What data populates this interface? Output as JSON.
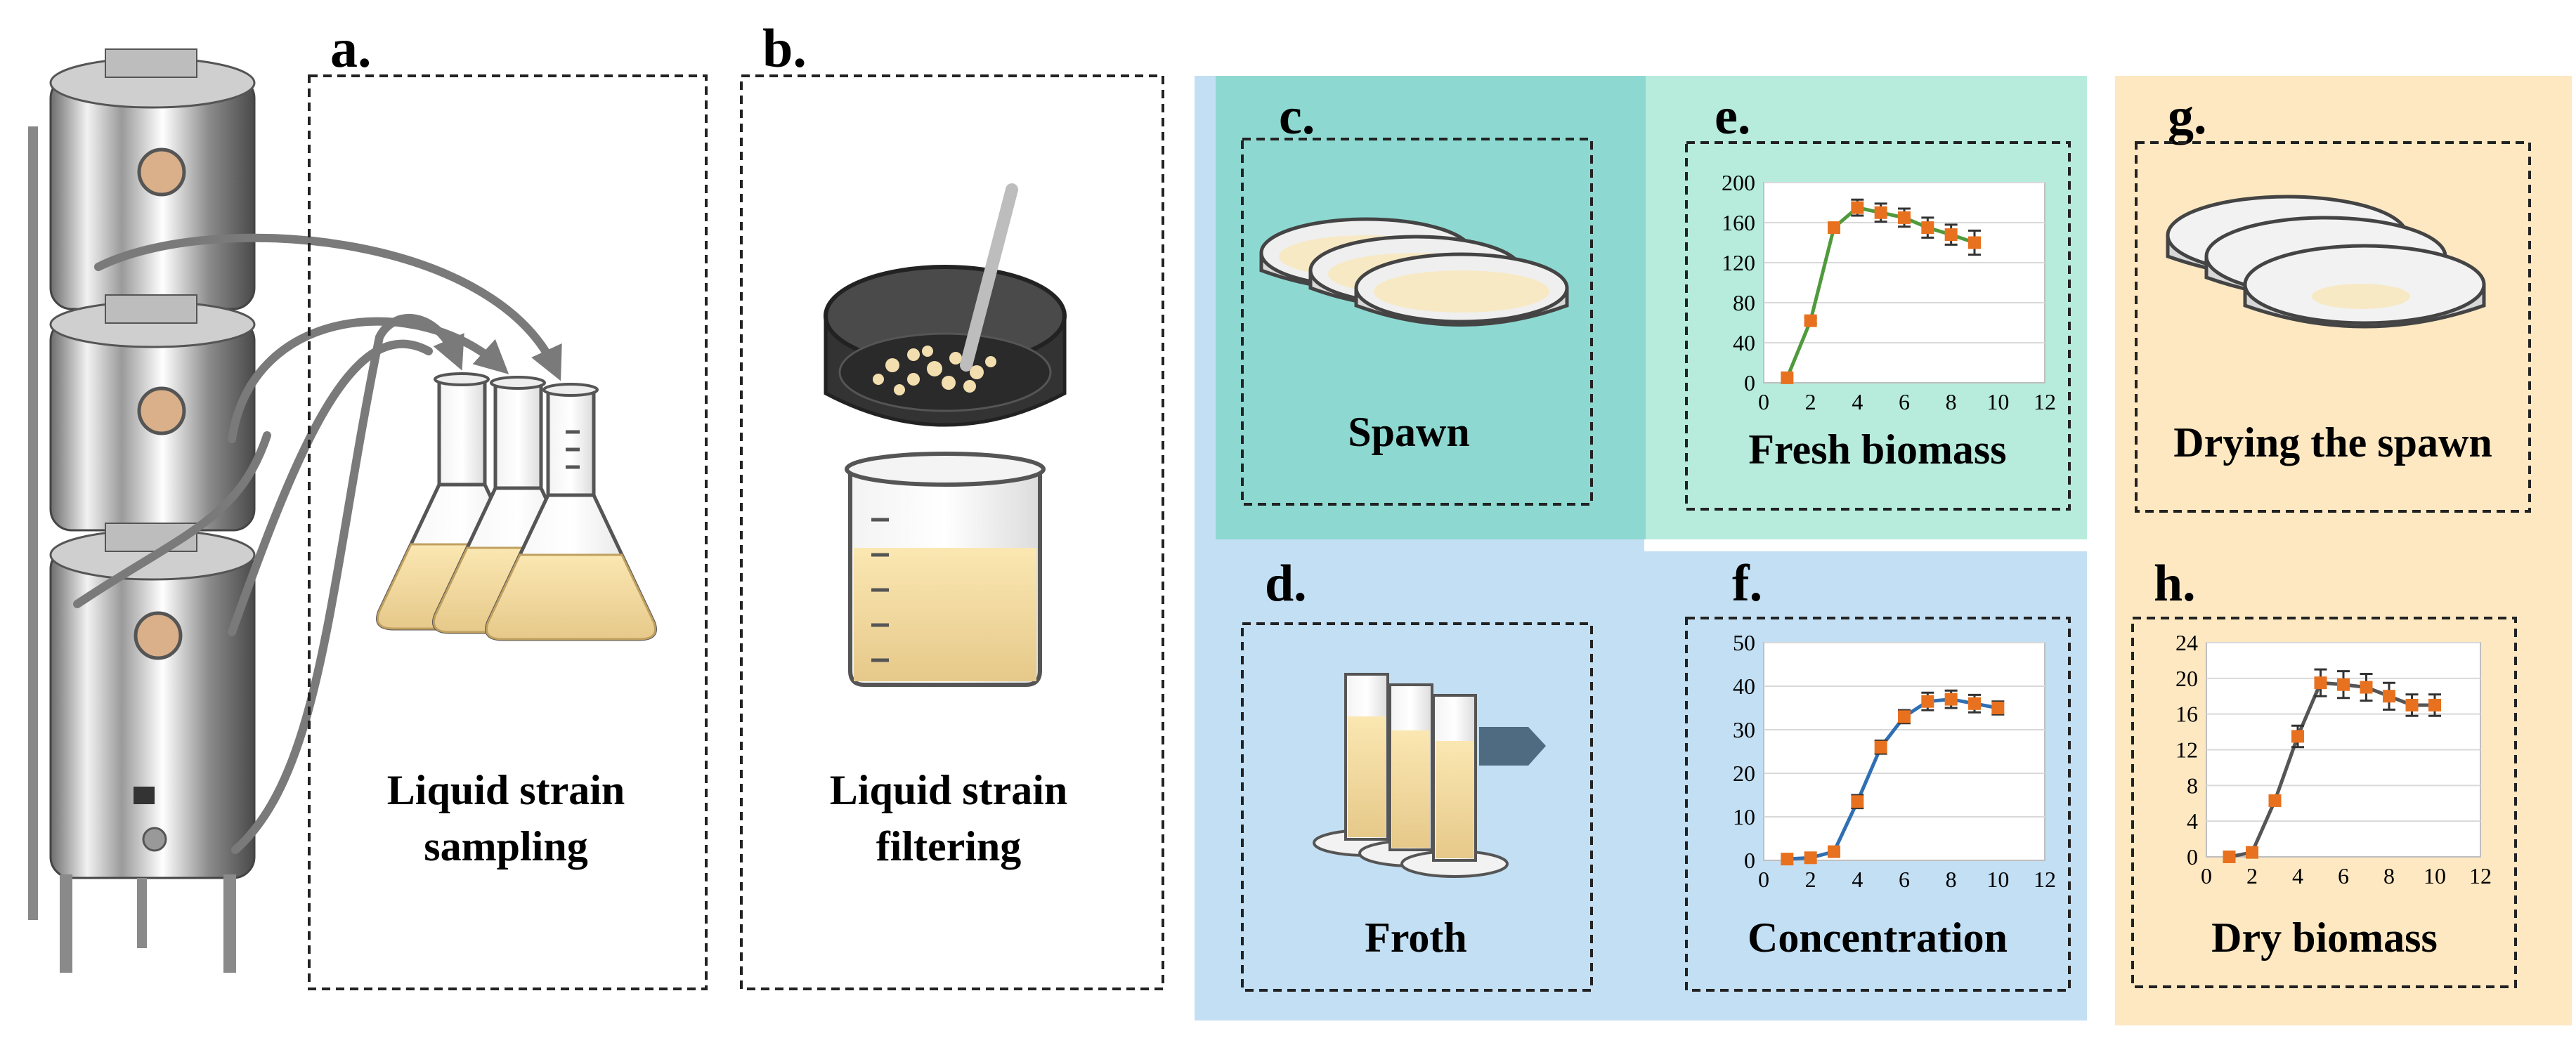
{
  "panels": {
    "a": {
      "letter": "a.",
      "caption_line1": "Liquid strain",
      "caption_line2": "sampling"
    },
    "b": {
      "letter": "b.",
      "caption_line1": "Liquid strain",
      "caption_line2": "filtering"
    },
    "c": {
      "letter": "c.",
      "caption": "Spawn"
    },
    "d": {
      "letter": "d.",
      "caption": "Froth"
    },
    "e": {
      "letter": "e.",
      "caption": "Fresh biomass"
    },
    "f": {
      "letter": "f.",
      "caption": "Concentration"
    },
    "g": {
      "letter": "g.",
      "caption": "Drying the spawn"
    },
    "h": {
      "letter": "h.",
      "caption": "Dry biomass"
    }
  },
  "colors": {
    "teal_bg": "#8dd9d2",
    "mint_bg": "#b7ecdd",
    "blue_bg": "#c3dff3",
    "cream_bg": "#fde8c2",
    "marker": "#e8711f",
    "line_green": "#4f9a3c",
    "line_blue": "#2f6fb3",
    "line_grey": "#555555"
  },
  "chart_data": [
    {
      "type": "line",
      "panel": "e",
      "xlabel": "Fresh biomass",
      "xlim": [
        0,
        12
      ],
      "ylim": [
        0,
        200
      ],
      "x_ticks": [
        0,
        2,
        4,
        6,
        8,
        10,
        12
      ],
      "y_ticks": [
        0,
        40,
        80,
        120,
        160,
        200
      ],
      "x_tick_labels": [
        "0",
        "2",
        "4",
        "6",
        "8",
        "10",
        "12"
      ],
      "y_tick_labels": [
        "0",
        "40",
        "80",
        "120",
        "160",
        "200"
      ],
      "x": [
        1,
        2,
        3,
        4,
        5,
        6,
        7,
        8,
        9
      ],
      "y": [
        5,
        62,
        155,
        175,
        170,
        165,
        155,
        148,
        140
      ],
      "err": [
        0,
        3,
        5,
        8,
        9,
        9,
        10,
        10,
        12
      ],
      "line_color": "#4f9a3c"
    },
    {
      "type": "line",
      "panel": "f",
      "xlabel": "Concentration",
      "xlim": [
        0,
        12
      ],
      "ylim": [
        0,
        50
      ],
      "x_ticks": [
        0,
        2,
        4,
        6,
        8,
        10,
        12
      ],
      "y_ticks": [
        0,
        10,
        20,
        30,
        40,
        50
      ],
      "x_tick_labels": [
        "0",
        "2",
        "4",
        "6",
        "8",
        "10",
        "12"
      ],
      "y_tick_labels": [
        "0",
        "10",
        "20",
        "30",
        "40",
        "50"
      ],
      "x": [
        1,
        2,
        3,
        4,
        5,
        6,
        7,
        8,
        9,
        10
      ],
      "y": [
        0.3,
        0.6,
        2,
        13.5,
        26,
        33,
        36.5,
        37,
        36,
        35
      ],
      "err": [
        0,
        0,
        0.5,
        1.5,
        1.5,
        1.5,
        2,
        2,
        2,
        1.5
      ],
      "line_color": "#2f6fb3"
    },
    {
      "type": "line",
      "panel": "h",
      "xlabel": "Dry biomass",
      "xlim": [
        0,
        12
      ],
      "ylim": [
        0,
        24
      ],
      "x_ticks": [
        0,
        2,
        4,
        6,
        8,
        10,
        12
      ],
      "y_ticks": [
        0,
        4,
        8,
        12,
        16,
        20,
        24
      ],
      "x_tick_labels": [
        "0",
        "2",
        "4",
        "6",
        "8",
        "10",
        "12"
      ],
      "y_tick_labels": [
        "0",
        "4",
        "8",
        "12",
        "16",
        "20",
        "24"
      ],
      "x": [
        1,
        2,
        3,
        4,
        5,
        6,
        7,
        8,
        9,
        10
      ],
      "y": [
        0,
        0.5,
        6.3,
        13.5,
        19.5,
        19.3,
        19,
        18,
        17,
        17
      ],
      "err": [
        0,
        0,
        0.4,
        1.2,
        1.5,
        1.5,
        1.5,
        1.5,
        1.2,
        1.2
      ],
      "line_color": "#555555"
    }
  ]
}
